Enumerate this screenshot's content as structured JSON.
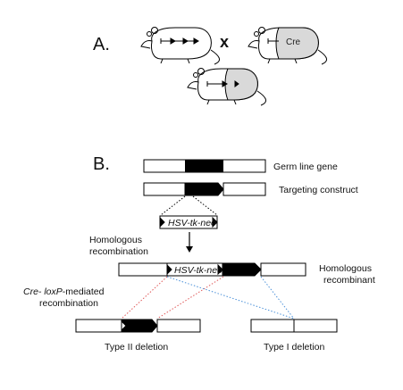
{
  "panel_a": {
    "label": "A.",
    "cross_symbol": "x",
    "cre_text": "Cre",
    "icons": [
      "mouse-icon",
      "mouse-cre-icon",
      "mouse-offspring-icon"
    ]
  },
  "panel_b": {
    "label": "B.",
    "germ_line_gene": "Germ line gene",
    "targeting_construct": "Targeting construct",
    "cassette": "HSV-tk-neo",
    "homologous_recombination_1": "Homologous",
    "homologous_recombination_2": "recombination",
    "homologous_recombinant_1": "Homologous",
    "homologous_recombinant_2": "recombinant",
    "cre_lox_italic": "Cre- loxP",
    "cre_lox_rest": "-mediated",
    "cre_lox_2": "recombination",
    "type2": "Type II deletion",
    "type1": "Type I deletion"
  },
  "colors": {
    "exon": "#000000",
    "line": "#000000",
    "red_dotted": "#e05a5a",
    "blue_dotted": "#4a90d9",
    "mouse_fill": "#d9d9d9"
  }
}
